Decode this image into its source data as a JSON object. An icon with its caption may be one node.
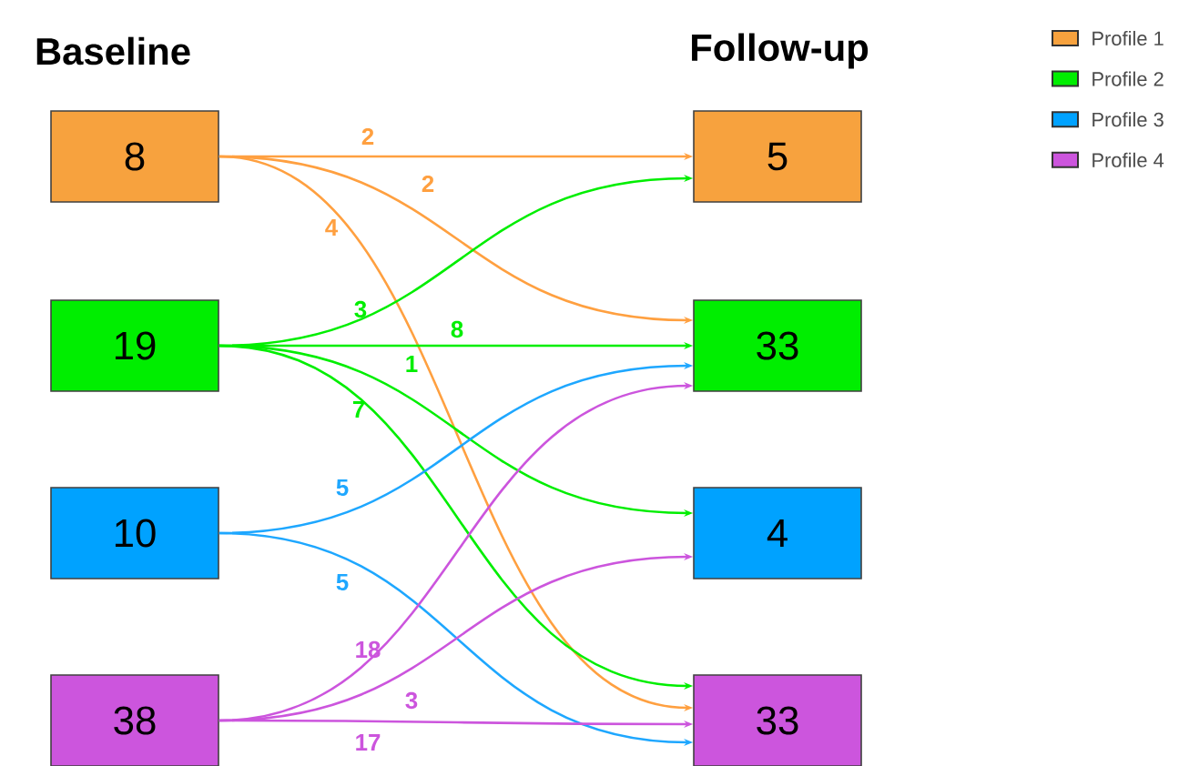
{
  "diagram": {
    "nodes": [
      {
        "text": [
          "8"
        ]
      },
      {
        "text": [
          "19"
        ]
      },
      {
        "text": [
          "10"
        ]
      },
      {
        "text": [
          "38"
        ]
      },
      {
        "text": [
          "5"
        ]
      },
      {
        "text": [
          "33"
        ]
      },
      {
        "text": [
          "4"
        ]
      },
      {
        "text": [
          "33"
        ]
      }
    ],
    "edges": [
      {
        "from": 0,
        "to": 4,
        "arrow": "to",
        "label": "2",
        "color": "#ffa040"
      },
      {
        "from": 0,
        "to": 5,
        "arrow": "to",
        "label": "2",
        "color": "#ffa040"
      },
      {
        "from": 0,
        "to": 7,
        "arrow": "to",
        "label": "4",
        "color": "#ffa040"
      },
      {
        "from": 1,
        "to": 4,
        "arrow": "to",
        "label": "3",
        "color": "#00ee00"
      },
      {
        "from": 1,
        "to": 5,
        "arrow": "to",
        "label": "8",
        "color": "#00ee00"
      },
      {
        "from": 1,
        "to": 6,
        "arrow": "to",
        "label": "1",
        "color": "#00ee00"
      },
      {
        "from": 1,
        "to": 7,
        "arrow": "to",
        "label": "7",
        "color": "#00ee00"
      },
      {
        "from": 2,
        "to": 5,
        "arrow": "to",
        "label": "5",
        "color": "#1ea7ff"
      },
      {
        "from": 2,
        "to": 7,
        "arrow": "to",
        "label": "5",
        "color": "#1ea7ff"
      },
      {
        "from": 3,
        "to": 5,
        "arrow": "to",
        "label": "18",
        "color": "#cc55dd"
      },
      {
        "from": 3,
        "to": 6,
        "arrow": "to",
        "label": "3",
        "color": "#cc55dd"
      },
      {
        "from": 3,
        "to": 7,
        "arrow": "to",
        "label": "17",
        "color": "#cc55dd"
      }
    ],
    "labels": [
      "Baseline",
      "Follow-up"
    ],
    "legend": [
      {
        "text": "Profile 1",
        "color": "#f7a23e"
      },
      {
        "text": "Profile 2",
        "color": "#00ee00"
      },
      {
        "text": "Profile 3",
        "color": "#00a2ff"
      },
      {
        "text": "Profile 4",
        "color": "#cc55dd"
      }
    ]
  }
}
